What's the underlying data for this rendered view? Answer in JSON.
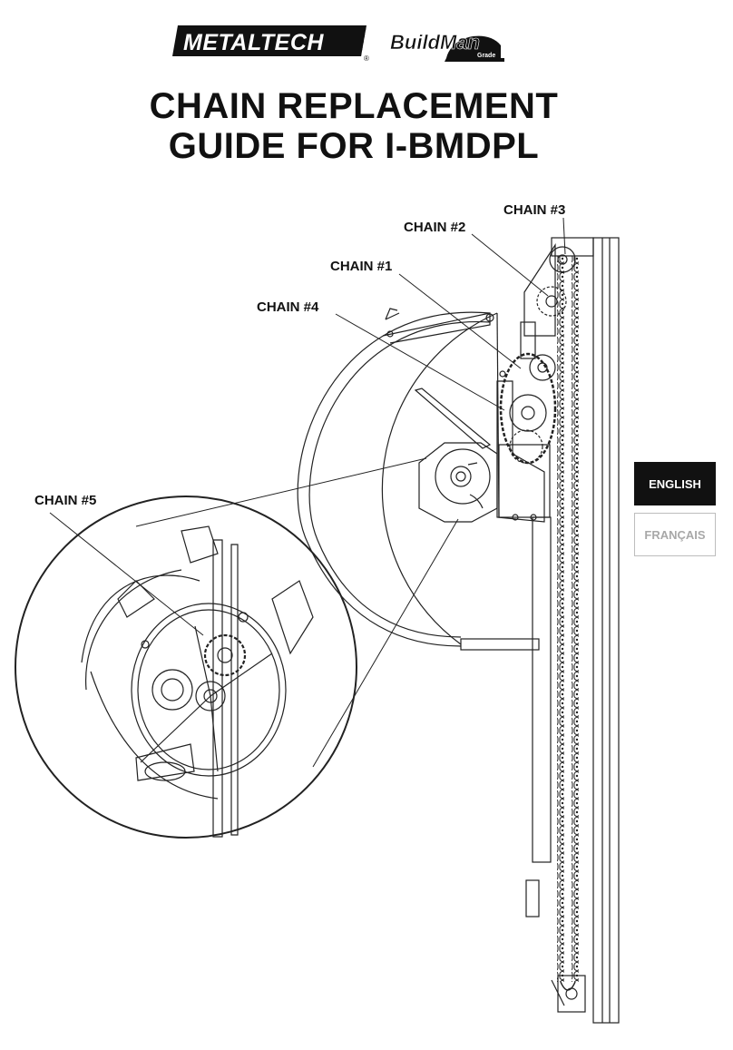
{
  "logos": {
    "metaltech": {
      "text": "METALTECH",
      "registered": "®"
    },
    "buildman": {
      "text": "BuildMan",
      "sub": "Grade"
    }
  },
  "title": {
    "line1": "CHAIN REPLACEMENT",
    "line2": "GUIDE FOR I-BMDPL"
  },
  "callouts": {
    "chain1": "CHAIN #1",
    "chain2": "CHAIN #2",
    "chain3": "CHAIN #3",
    "chain4": "CHAIN #4",
    "chain5": "CHAIN #5"
  },
  "language_tabs": {
    "english": "ENGLISH",
    "french": "FRANÇAIS",
    "active": "english",
    "active_bg": "#111111",
    "inactive_text_color": "#a8a8a8"
  }
}
